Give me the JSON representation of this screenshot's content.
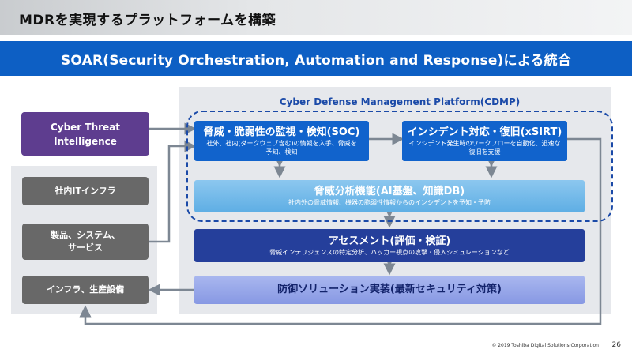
{
  "header": {
    "title": "MDRを実現するプラットフォームを構築",
    "banner": "SOAR(Security Orchestration, Automation and Response)による統合"
  },
  "platform": {
    "label": "Cyber Defense Management Platform(CDMP)"
  },
  "cti": {
    "line1": "Cyber Threat",
    "line2": "Intelligence"
  },
  "soc": {
    "title": "脅威・脆弱性の監視・検知(SOC)",
    "sub1": "社外、社内(ダークウェブ含む)の情報を入手、脅威を",
    "sub2": "予知、検知"
  },
  "sirt": {
    "title": "インシデント対応・復旧(xSIRT)",
    "sub1": "インシデント発生時のワークフローを自動化、迅速な",
    "sub2": "復旧を支援"
  },
  "threat_analysis": {
    "title": "脅威分析機能(AI基盤、知識DB)",
    "sub": "社内外の脅威情報、機器の脆弱性情報からのインシデントを予知・予防"
  },
  "assessment": {
    "title": "アセスメント(評価・検証)",
    "sub": "脅威インテリジェンスの特定分析、ハッカー視点の攻撃・侵入シミュレーションなど"
  },
  "defense": {
    "title": "防御ソリューション実装(最新セキュリティ対策)"
  },
  "left_boxes": {
    "infra": "社内ITインフラ",
    "product_line1": "製品、システム、",
    "product_line2": "サービス",
    "facility": "インフラ、生産設備"
  },
  "footer": {
    "copyright": "© 2019 Toshiba Digital Solutions Corporation",
    "page": "26"
  },
  "colors": {
    "banner": "#0d5fc4",
    "cti": "#5e3d8f",
    "soc": "#1163cc",
    "assessment": "#253f9b",
    "arrow": "#7d8793",
    "dashed_border": "#1b4aa8"
  }
}
